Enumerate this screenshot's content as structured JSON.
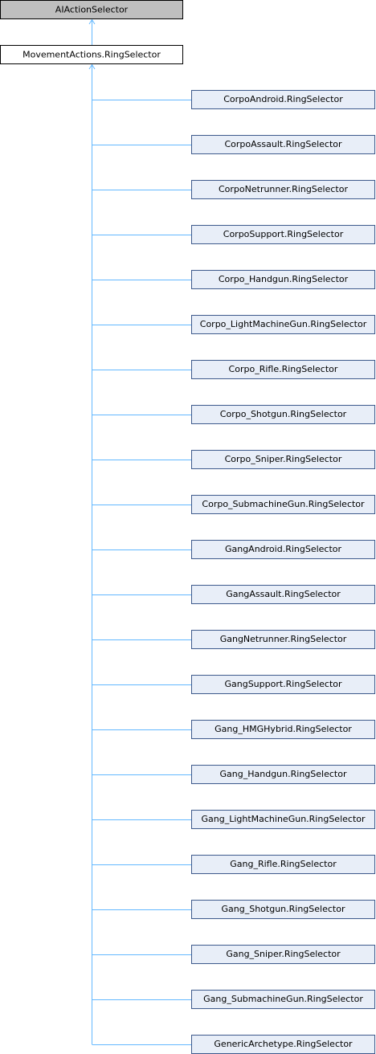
{
  "colors": {
    "root_fill": "#bfbfbf",
    "middle_fill": "#ffffff",
    "child_fill": "#e8eef8",
    "child_stroke": "#3e5a8c",
    "edge": "#63b8ff"
  },
  "root": {
    "label": "AIActionSelector"
  },
  "middle": {
    "label": "MovementActions.RingSelector"
  },
  "children": [
    "CorpoAndroid.RingSelector",
    "CorpoAssault.RingSelector",
    "CorpoNetrunner.RingSelector",
    "CorpoSupport.RingSelector",
    "Corpo_Handgun.RingSelector",
    "Corpo_LightMachineGun.RingSelector",
    "Corpo_Rifle.RingSelector",
    "Corpo_Shotgun.RingSelector",
    "Corpo_Sniper.RingSelector",
    "Corpo_SubmachineGun.RingSelector",
    "GangAndroid.RingSelector",
    "GangAssault.RingSelector",
    "GangNetrunner.RingSelector",
    "GangSupport.RingSelector",
    "Gang_HMGHybrid.RingSelector",
    "Gang_Handgun.RingSelector",
    "Gang_LightMachineGun.RingSelector",
    "Gang_Rifle.RingSelector",
    "Gang_Shotgun.RingSelector",
    "Gang_Sniper.RingSelector",
    "Gang_SubmachineGun.RingSelector",
    "GenericArchetype.RingSelector"
  ]
}
